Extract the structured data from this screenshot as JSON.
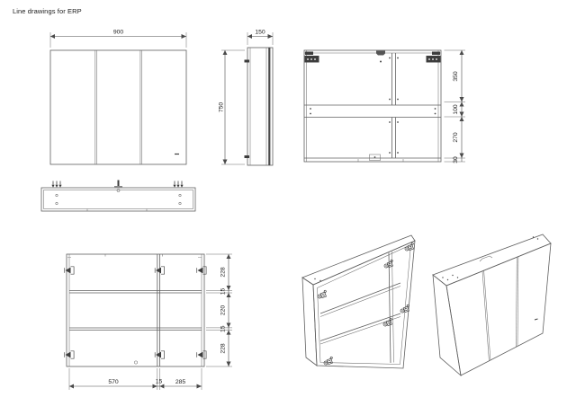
{
  "title": "Line drawings for ERP",
  "dimensions": {
    "front_width": "900",
    "side_depth": "150",
    "side_height": "750",
    "back_right": [
      "350",
      "100",
      "270",
      "30"
    ],
    "internal_right": [
      "228",
      "15",
      "220",
      "15",
      "228"
    ],
    "internal_bottom": [
      "570",
      "15",
      "285"
    ]
  },
  "colors": {
    "background": "#ffffff",
    "line": "#5f5f5f",
    "dim_text": "#222222"
  }
}
